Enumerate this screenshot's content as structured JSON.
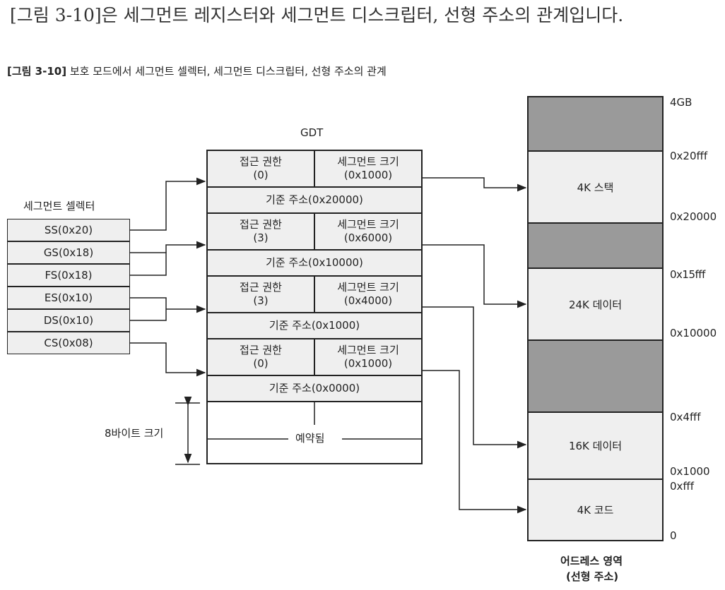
{
  "heading": "[그림 3-10]은 세그먼트 레지스터와 세그먼트 디스크립터, 선형 주소의 관계입니다.",
  "figure": {
    "tag": "[그림 3-10]",
    "title": "보호 모드에서 세그먼트 셀렉터, 세그먼트 디스크립터, 선형 주소의 관계"
  },
  "selectors": {
    "title": "세그먼트 셀렉터",
    "items": [
      "SS(0x20)",
      "GS(0x18)",
      "FS(0x18)",
      "ES(0x10)",
      "DS(0x10)",
      "CS(0x08)"
    ]
  },
  "gdt": {
    "title": "GDT",
    "entries": [
      {
        "access": "접근 권한",
        "access_val": "(0)",
        "size": "세그먼트 크기",
        "size_val": "(0x1000)",
        "base": "기준 주소(0x20000)"
      },
      {
        "access": "접근 권한",
        "access_val": "(3)",
        "size": "세그먼트 크기",
        "size_val": "(0x6000)",
        "base": "기준 주소(0x10000)"
      },
      {
        "access": "접근 권한",
        "access_val": "(3)",
        "size": "세그먼트 크기",
        "size_val": "(0x4000)",
        "base": "기준 주소(0x1000)"
      },
      {
        "access": "접근 권한",
        "access_val": "(0)",
        "size": "세그먼트 크기",
        "size_val": "(0x1000)",
        "base": "기준 주소(0x0000)"
      }
    ],
    "reserved": "예약됨",
    "size_note": "8바이트 크기"
  },
  "memory": {
    "blocks": [
      "4K 스택",
      "24K 데이터",
      "16K 데이터",
      "4K 코드"
    ],
    "addresses": [
      "4GB",
      "0x20fff",
      "0x20000",
      "0x15fff",
      "0x10000",
      "0x4fff",
      "0x1000",
      "0xfff",
      "0"
    ],
    "title_line1": "어드레스 영역",
    "title_line2": "(선형 주소)",
    "colors": {
      "free": "#9a9a9a",
      "used": "#efefef"
    }
  }
}
